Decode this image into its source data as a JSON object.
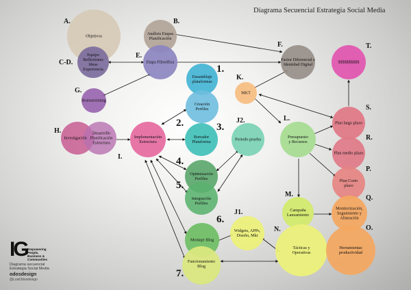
{
  "title": "Diagrama Secuencial Estrategia Social Media",
  "nodes": {
    "objetivos": "Objetivos",
    "analisis": "Análisis Etapas\nPlanificación",
    "equipo": "Equipo\nReflexiones\nIdeas\nExperiencia",
    "etapa_filosofica": "Etapa Filosófica",
    "factor_diferencial": "Factor Diferencial e\nIdentidad Digital",
    "dinero": "$$$$$$$$$$",
    "brainstorming": "Brainstorming",
    "ensamblaje": "Ensamblaje\nplataformas",
    "creacion_perfiles": "Creación\nPerfiles",
    "mkt": "MKT",
    "plan_largo": "Plan largo plazo",
    "investigacion": "Investigación",
    "desarrollo": "Desarrollo\nPlanificación\nEstructura",
    "implementacion": "Implementación\nEstructura",
    "borrador": "Borrador\nPlataforma",
    "periodo_prueba": "Periodo prueba",
    "presupuesto": "Presupuesto\ny Recursos",
    "plan_medio": "Plan medio plazo",
    "optimizacion": "Optimización\nPerfiles",
    "integracion": "Integración\nPerfiles",
    "plan_corto": "Plan Corto\nplazo",
    "campana": "Campaña\nLanzamiento",
    "monitorizacion": "Monitorización,\nSeguimiento y\nAlineación",
    "widgets": "Widgets, APPs,\nDiseño, Mkt",
    "montaje_blog": "Montaje Blog",
    "tacticas": "Tácticas y\nOperativas",
    "herramientas": "Herramientas\nproductividad",
    "funcionamiento_blog": "Funcionamiento\nBlog"
  },
  "letters": {
    "a": "A.",
    "b": "B.",
    "cd": "C-D.",
    "e": "E.",
    "f": "F.",
    "g": "G.",
    "h": "H.",
    "i": "I.",
    "j1": "J1.",
    "j2": "J2.",
    "k": "K.",
    "l": "L.",
    "m": "M.",
    "n": "N.",
    "o": "O.",
    "p": "P.",
    "q": "Q.",
    "r": "R.",
    "s": "S.",
    "t": "T."
  },
  "steps": {
    "s1": "1.",
    "s2": "2.",
    "s3": "3.",
    "s4": "4.",
    "s5": "5.",
    "s6": "6.",
    "s7": "7."
  },
  "logo": {
    "mark": "IG",
    "tagline": "Empowering\nPeople,\nBusiness &\nCommunities",
    "subtitle": "Diagrama secuencial\nEstrategia Social Media",
    "brand": "odosdesign",
    "handle": "@LuisOdosdesign"
  },
  "colors": {
    "objetivos": "#d6c9b6",
    "analisis": "#b0a296",
    "equipo": "#7c6c9c",
    "etapa": "#8b86c0",
    "factor": "#9a918b",
    "dinero": "#e058b0",
    "brainstorming": "#9a66b0",
    "blue": "#6ab8d8",
    "mkt": "#f7bf84",
    "red": "#e07a88",
    "investigacion": "#c85c92",
    "desarrollo": "#b870b0",
    "implementacion": "#e56aa0",
    "teal": "#40c0b8",
    "lightgreen": "#a8dc94",
    "green": "#5aa66c",
    "yellowgreen": "#d2ea6e",
    "orange": "#f3a862",
    "yellow": "#ecf07a"
  }
}
